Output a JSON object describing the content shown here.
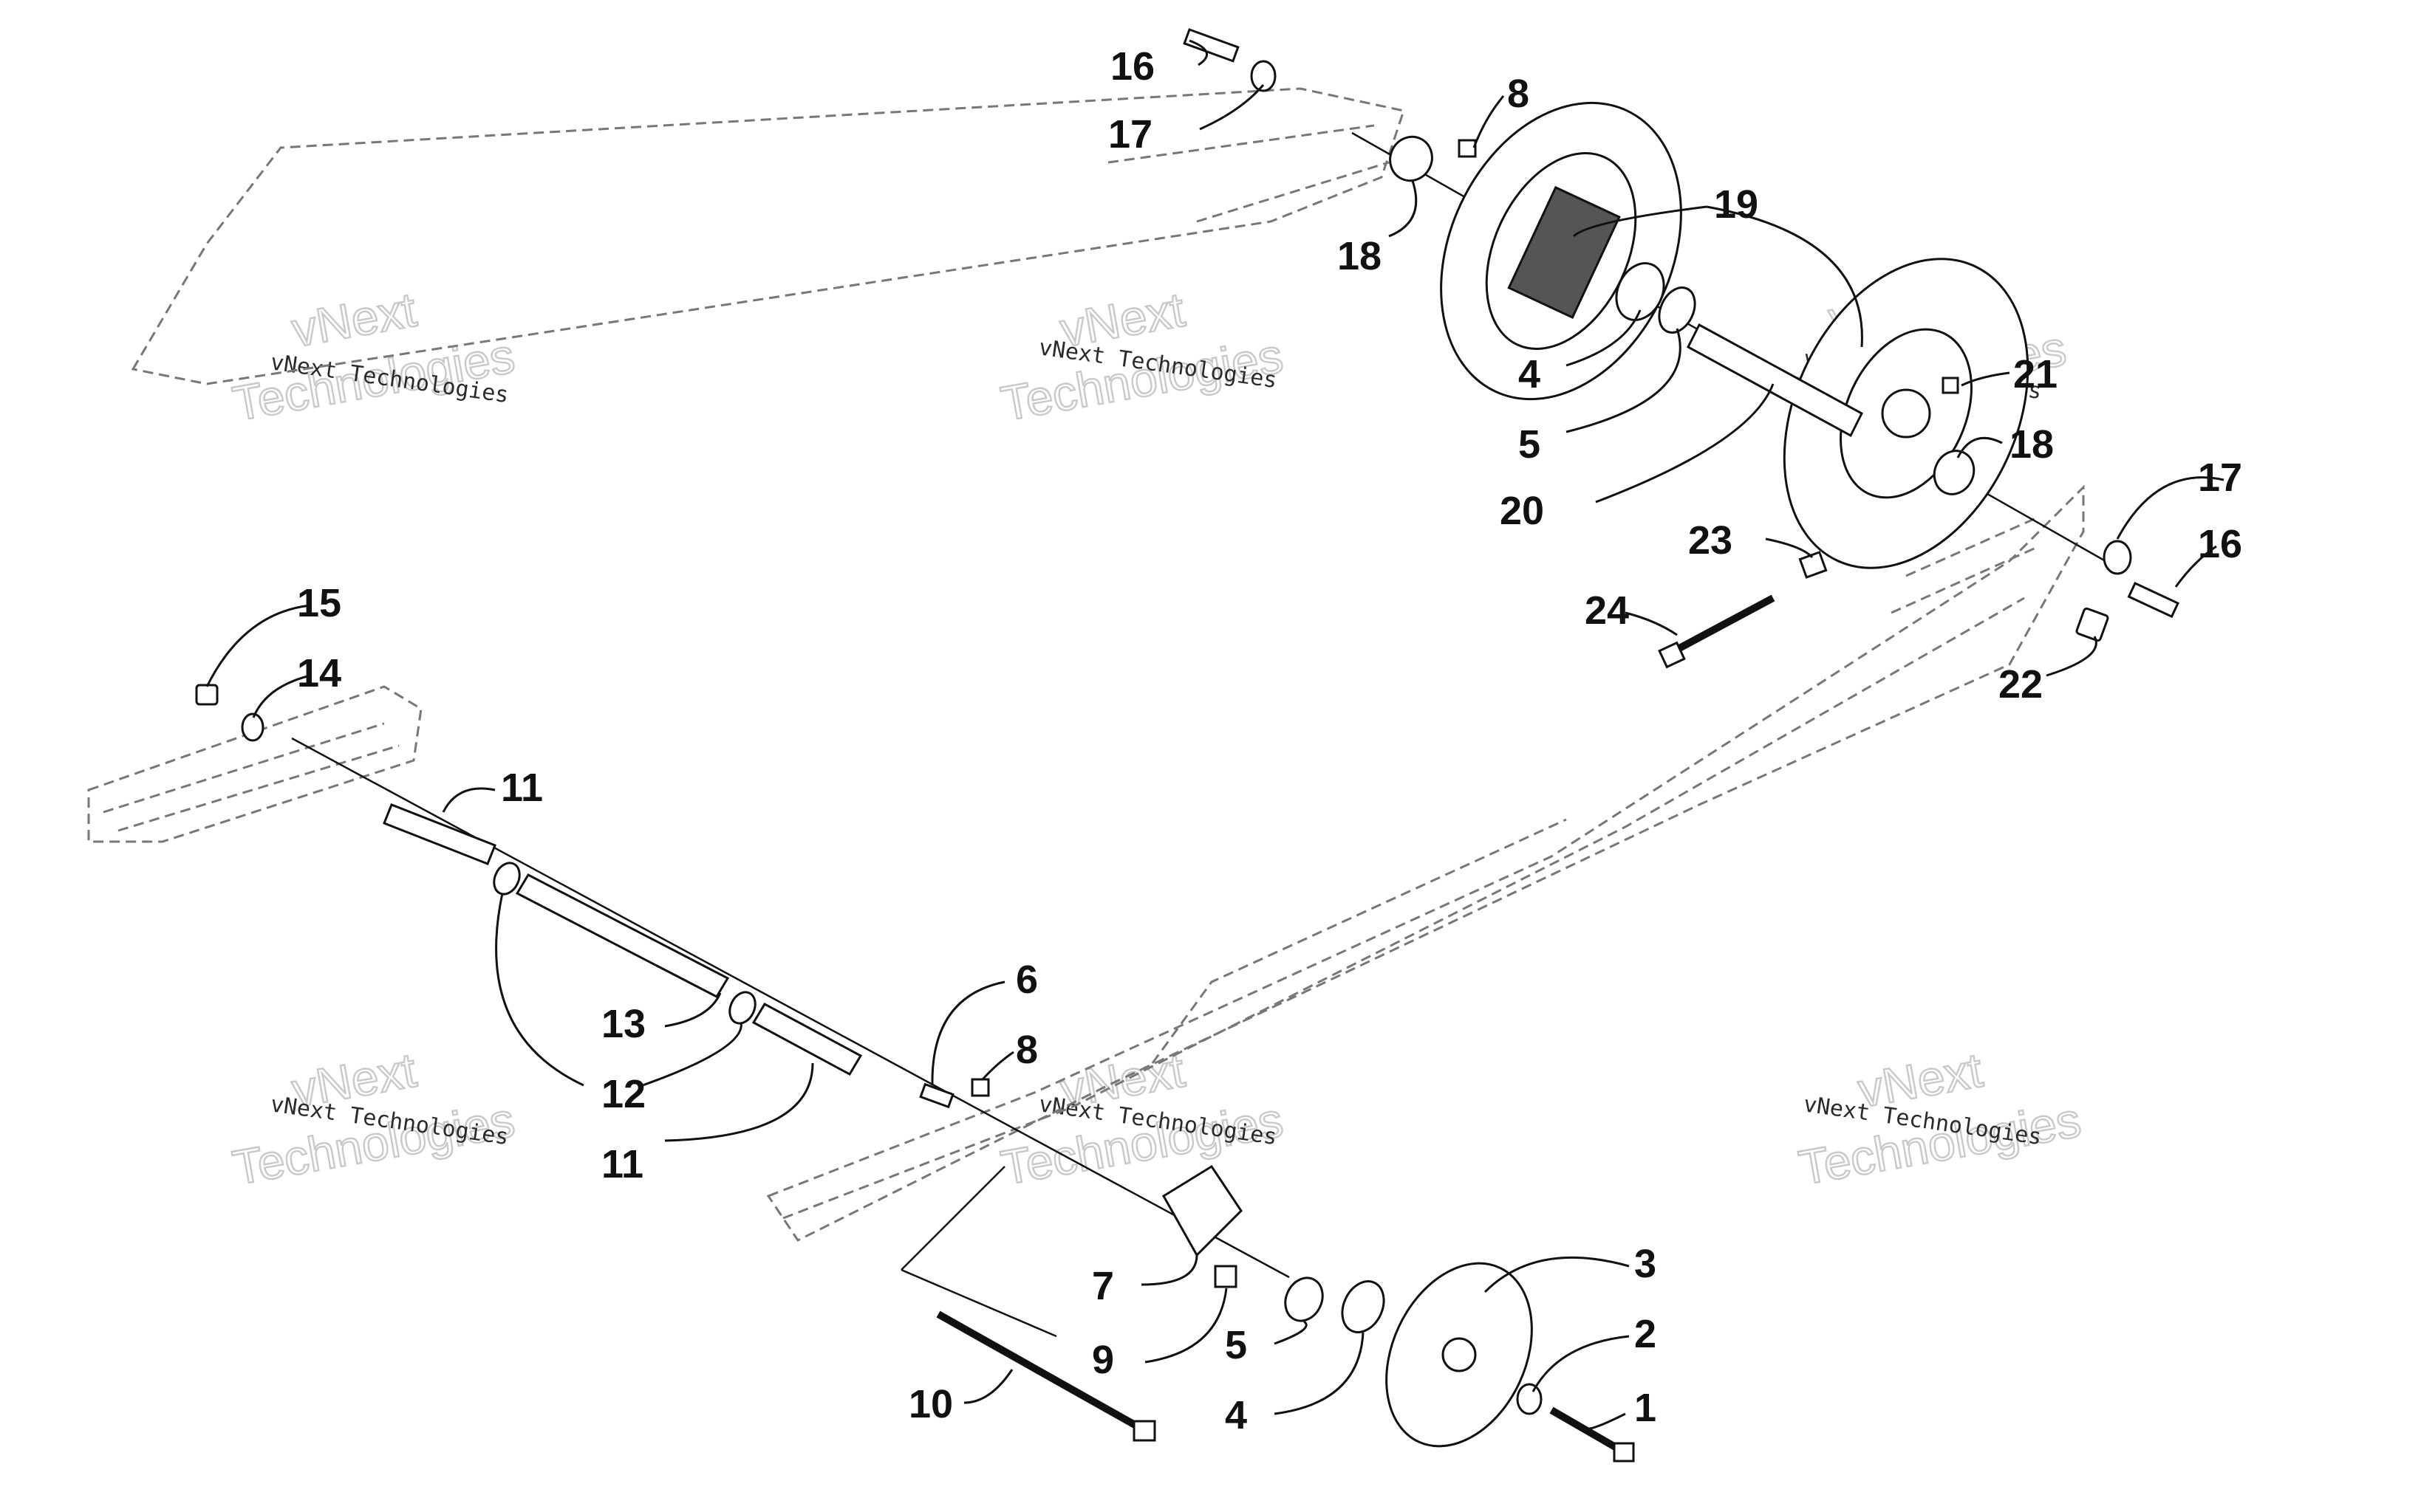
{
  "callouts": {
    "c1": "1",
    "c2": "2",
    "c3": "3",
    "c4a": "4",
    "c4b": "4",
    "c5a": "5",
    "c5b": "5",
    "c6": "6",
    "c7": "7",
    "c8a": "8",
    "c8b": "8",
    "c9": "9",
    "c10": "10",
    "c11a": "11",
    "c11b": "11",
    "c12": "12",
    "c13": "13",
    "c14": "14",
    "c15": "15",
    "c16a": "16",
    "c16b": "16",
    "c17a": "17",
    "c17b": "17",
    "c18a": "18",
    "c18b": "18",
    "c19": "19",
    "c20": "20",
    "c21": "21",
    "c22": "22",
    "c23": "23",
    "c24": "24"
  },
  "watermark": {
    "company": "vNext Technologies",
    "big_line1": "vNext",
    "big_line2": "Technologies"
  }
}
